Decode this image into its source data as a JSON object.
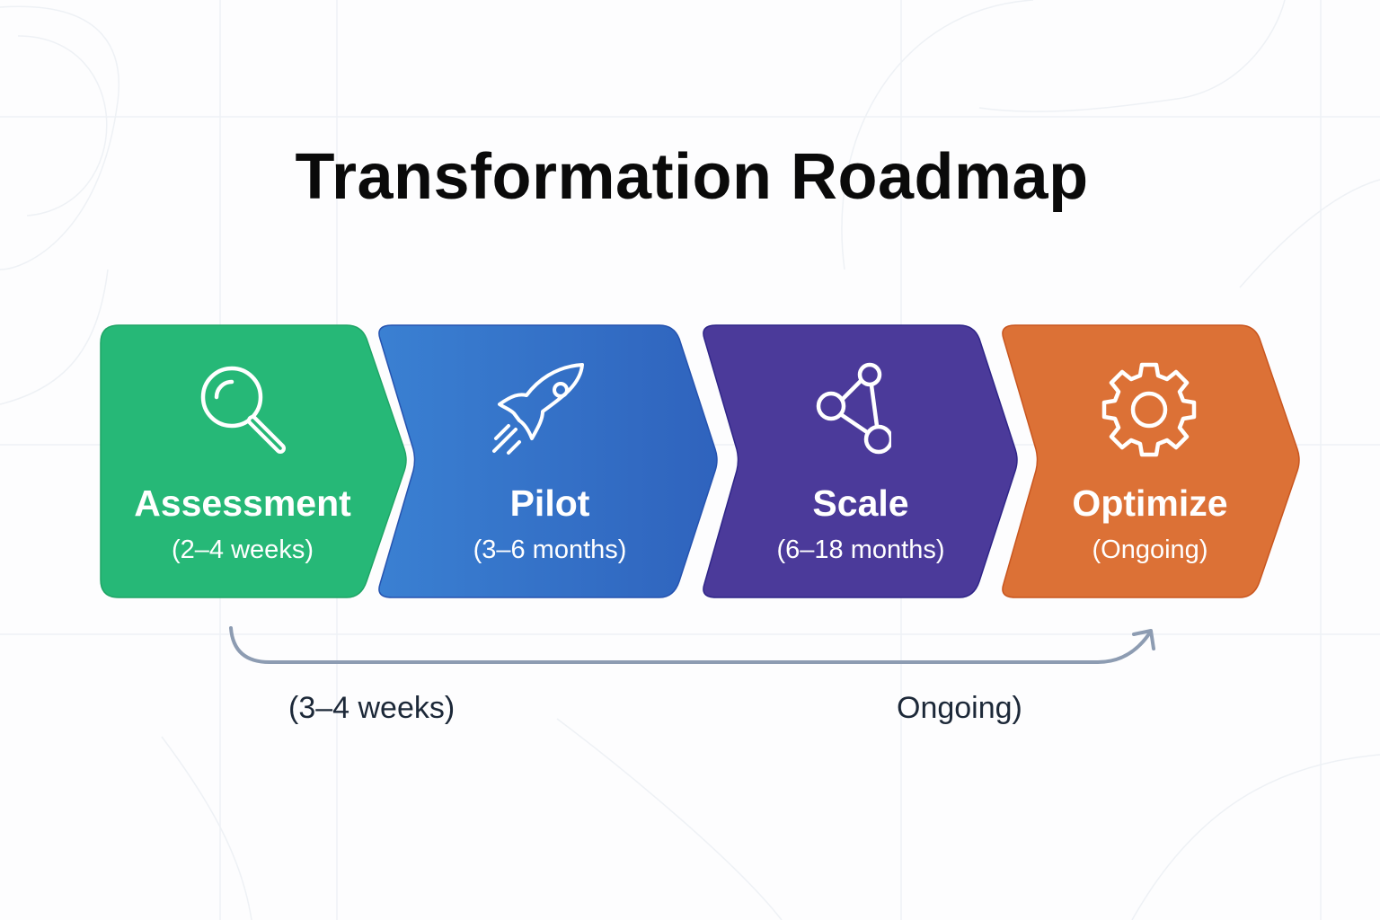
{
  "title": "Transformation Roadmap",
  "colors": {
    "background": "#fdfdfe",
    "title": "#0a0a0a",
    "assessment": "#26b877",
    "pilot": "#3572c8",
    "scale": "#4b3a9a",
    "optimize": "#dc7136",
    "timeline_arrow": "#8d9cb2",
    "timeline_text": "#1c2838"
  },
  "stages": [
    {
      "name": "Assessment",
      "duration": "(2–4 weeks)",
      "icon": "magnifying-glass-icon",
      "color": "#26b877"
    },
    {
      "name": "Pilot",
      "duration": "(3–6 months)",
      "icon": "rocket-icon",
      "color": "#3572c8"
    },
    {
      "name": "Scale",
      "duration": "(6–18 months)",
      "icon": "network-nodes-icon",
      "color": "#4b3a9a"
    },
    {
      "name": "Optimize",
      "duration": "(Ongoing)",
      "icon": "gear-icon",
      "color": "#dc7136"
    }
  ],
  "timeline": {
    "start_label": "(3–4 weeks)",
    "end_label": "Ongoing)",
    "arrow": "curved-arrow-right"
  }
}
